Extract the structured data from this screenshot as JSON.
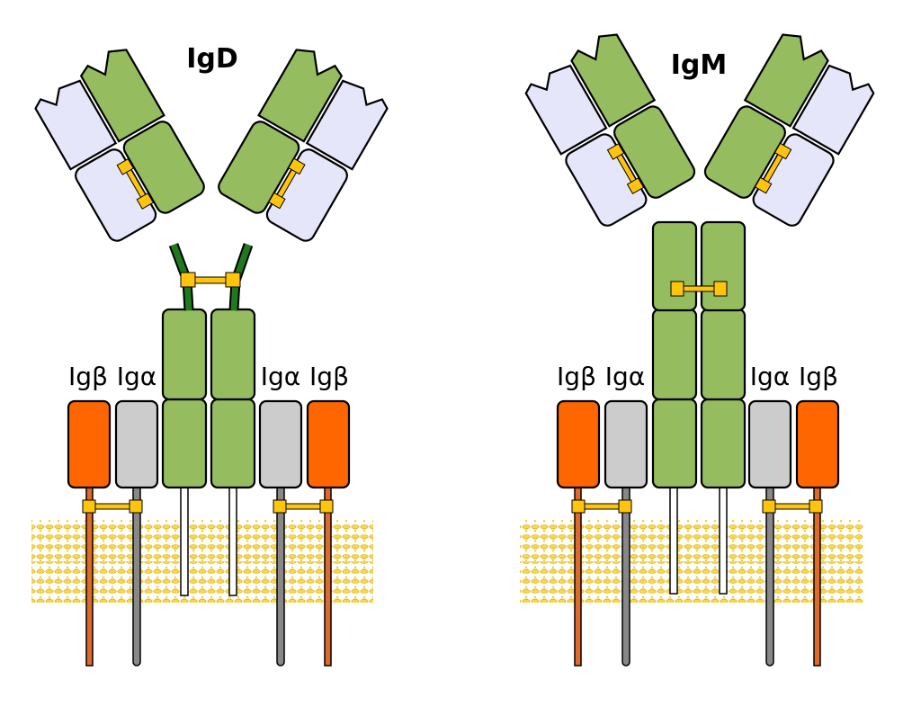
{
  "panels": {
    "igd": {
      "title": "IgD",
      "labels": {
        "beta_left": "Igβ",
        "alpha_left": "Igα",
        "alpha_right": "Igα",
        "beta_right": "Igβ"
      }
    },
    "igm": {
      "title": "IgM",
      "labels": {
        "beta_left": "Igβ",
        "alpha_left": "Igα",
        "alpha_right": "Igα",
        "beta_right": "Igβ"
      }
    }
  },
  "colors": {
    "heavy_chain": "#95bd5f",
    "hinge": "#1f7a1f",
    "light_chain": "#e6e6fb",
    "ig_alpha": "#cccccc",
    "ig_beta": "#ff6600",
    "disulfide_bond": "#ffc40c",
    "membrane": "#f5d547",
    "tail_alpha": "#888888",
    "tail_beta": "#e06a2a"
  }
}
